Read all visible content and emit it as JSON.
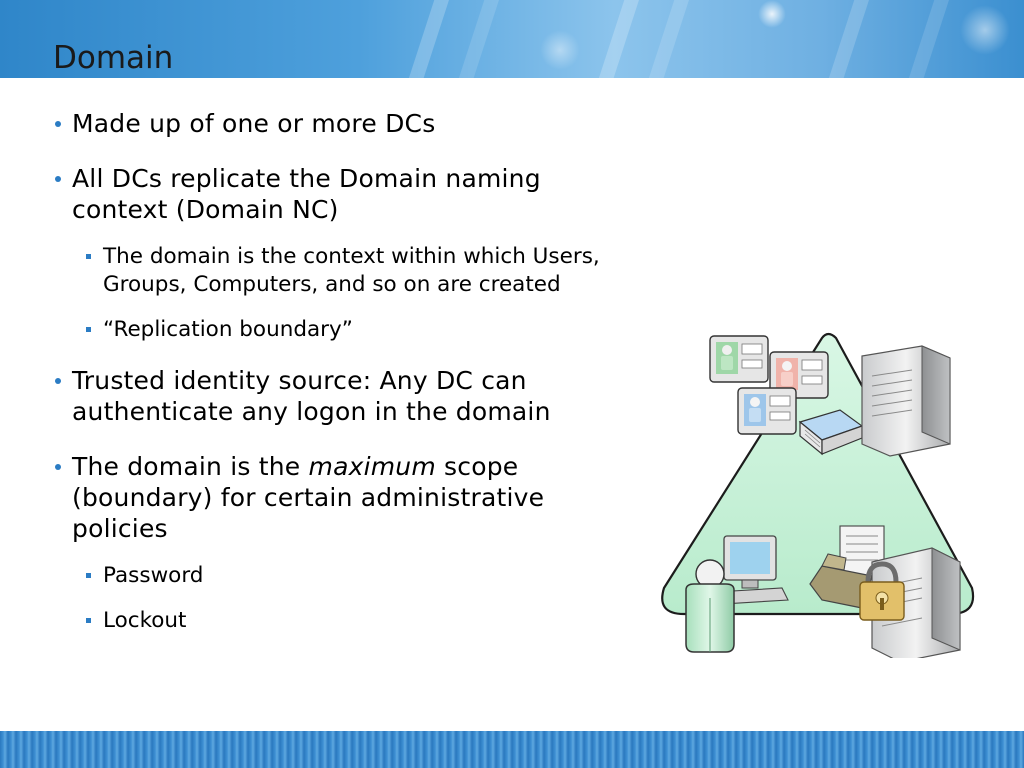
{
  "slide": {
    "title": "Domain",
    "bullets": [
      {
        "id": "b1",
        "text": "Made up of one or more DCs"
      },
      {
        "id": "b2",
        "text": "All DCs replicate the Domain naming context (Domain NC)"
      },
      {
        "id": "b2s1",
        "text": "The domain is the context within which Users, Groups, Computers, and so on are created"
      },
      {
        "id": "b2s2",
        "text": "“Replication boundary”"
      },
      {
        "id": "b3",
        "text": "Trusted identity source: Any DC can authenticate any logon in the domain"
      },
      {
        "id": "b4_pre",
        "text": "The domain is the "
      },
      {
        "id": "b4_em",
        "text": "maximum"
      },
      {
        "id": "b4_post",
        "text": " scope (boundary) for certain administrative policies"
      },
      {
        "id": "b4s1",
        "text": "Password"
      },
      {
        "id": "b4s2",
        "text": "Lockout"
      }
    ]
  },
  "illustration": {
    "description_icons": [
      "domain-triangle",
      "user-card-icon",
      "server-icon",
      "book-icon",
      "computer-icon",
      "person-icon",
      "folder-icon",
      "lock-icon"
    ]
  },
  "colors": {
    "accent": "#2b7cc4",
    "triangle_fill": "#c4f0d6",
    "header_blue": "#4ea0dc"
  }
}
